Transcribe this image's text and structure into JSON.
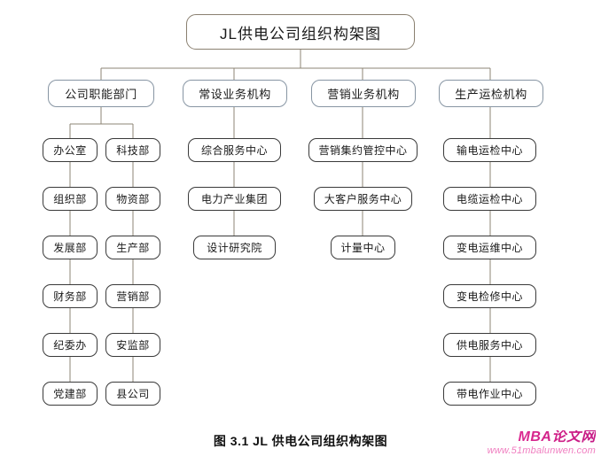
{
  "figure": {
    "title": "JL供电公司组织构架图",
    "caption": "图 3.1 JL 供电公司组织构架图"
  },
  "watermark": {
    "brand": "MBA论文网",
    "url": "www.51mbalunwen.com",
    "brand_color": "#d2288f",
    "url_color": "#f07ec0"
  },
  "style": {
    "box_border": "#3a3a3a",
    "dept_border": "#8795a3",
    "title_border": "#8a8070",
    "connector_color": "#8d8474",
    "background": "#ffffff"
  },
  "org": {
    "root": "JL供电公司组织构架图",
    "departments": [
      {
        "label": "公司职能部门",
        "columns": [
          [
            "办公室",
            "组织部",
            "发展部",
            "财务部",
            "纪委办",
            "党建部"
          ],
          [
            "科技部",
            "物资部",
            "生产部",
            "营销部",
            "安监部",
            "县公司"
          ]
        ]
      },
      {
        "label": "常设业务机构",
        "columns": [
          [
            "综合服务中心",
            "电力产业集团",
            "设计研究院"
          ]
        ]
      },
      {
        "label": "营销业务机构",
        "columns": [
          [
            "营销集约管控中心",
            "大客户服务中心",
            "计量中心"
          ]
        ]
      },
      {
        "label": "生产运检机构",
        "columns": [
          [
            "输电运检中心",
            "电缆运检中心",
            "变电运维中心",
            "变电检修中心",
            "供电服务中心",
            "带电作业中心"
          ]
        ]
      }
    ]
  }
}
